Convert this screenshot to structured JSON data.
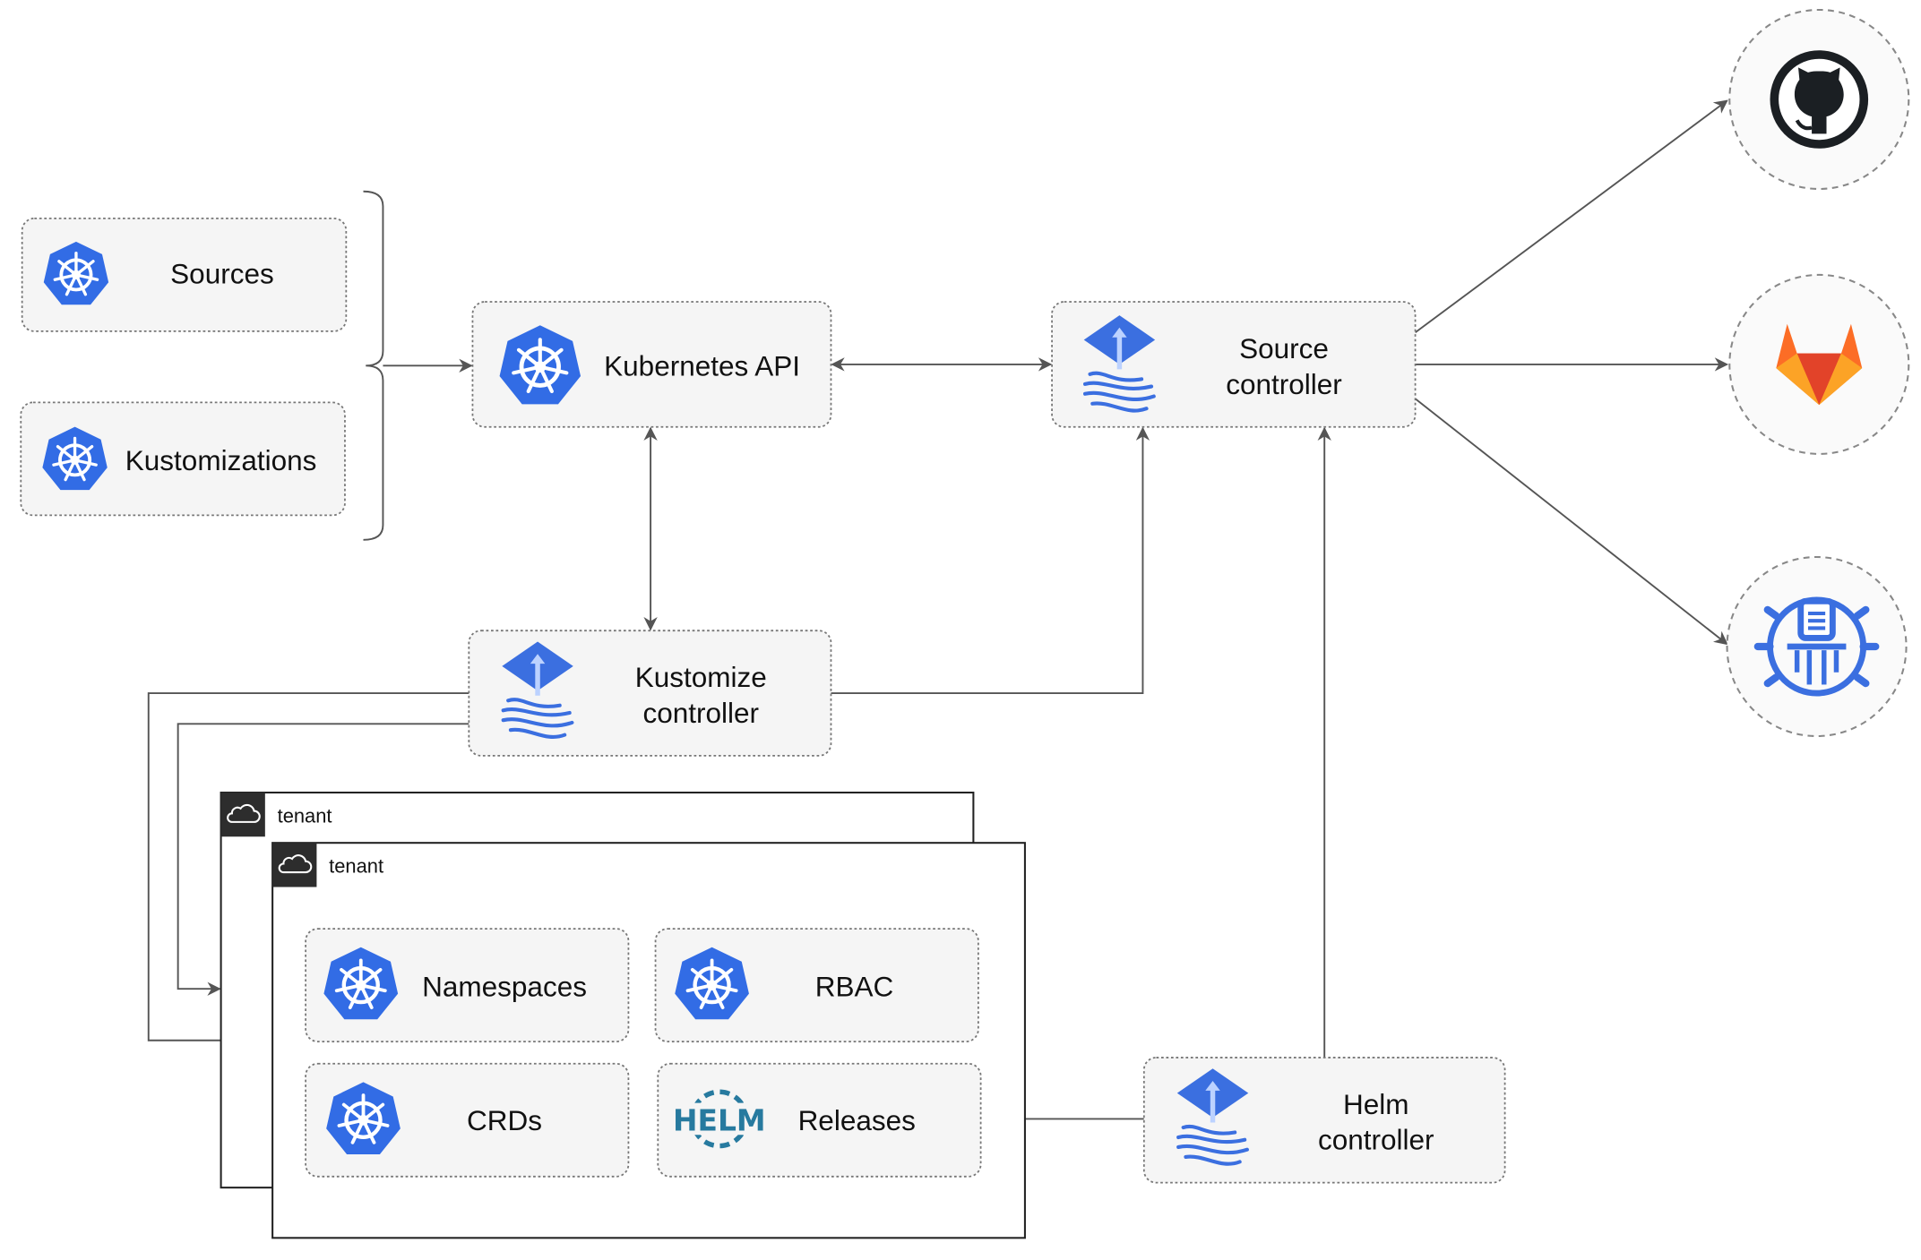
{
  "nodes": {
    "sources": "Sources",
    "kustomizations": "Kustomizations",
    "kubernetes_api": "Kubernetes API",
    "source_controller": [
      "Source",
      "controller"
    ],
    "kustomize_controller": [
      "Kustomize",
      "controller"
    ],
    "helm_controller": [
      "Helm",
      "controller"
    ],
    "namespaces": "Namespaces",
    "rbac": "RBAC",
    "crds": "CRDs",
    "releases": "Releases"
  },
  "tenants": [
    "tenant",
    "tenant"
  ],
  "helm_logo_text": "HELM",
  "external_sources": [
    "github-icon",
    "gitlab-icon",
    "bucket-icon"
  ],
  "colors": {
    "kubernetes_blue": "#326ce5",
    "flux_blue": "#3b6fe0",
    "gitlab_orange": "#e24329",
    "helm_blue": "#277a9f",
    "github_dark": "#1b1f23"
  }
}
